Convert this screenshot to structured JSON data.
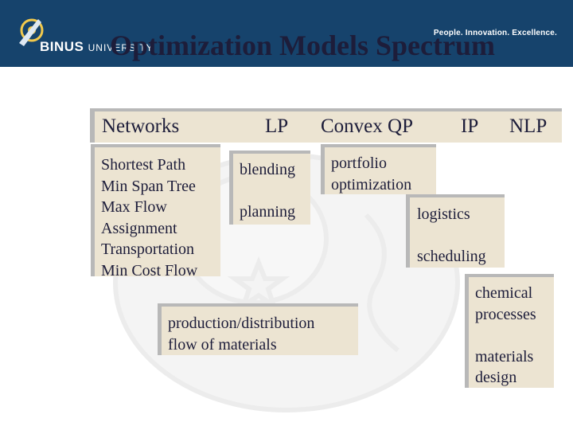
{
  "header": {
    "tagline": "People. Innovation. Excellence.",
    "logo_main": "BINUS",
    "logo_sub": "UNIVERSITY",
    "title": "Optimization Models Spectrum"
  },
  "columns": [
    "Networks",
    "LP",
    "Convex QP",
    "IP",
    "NLP"
  ],
  "boxes": {
    "networks": [
      "Shortest Path",
      "Min Span Tree",
      "Max Flow",
      "Assignment",
      "Transportation",
      "Min Cost Flow"
    ],
    "lp": [
      "blending",
      "",
      "planning"
    ],
    "qp": [
      "portfolio",
      "optimization"
    ],
    "ip": [
      "logistics",
      "",
      "scheduling"
    ],
    "nlp": [
      "chemical",
      "processes",
      "",
      "materials",
      "design"
    ],
    "production": [
      "production/distribution",
      "flow of materials"
    ]
  },
  "colors": {
    "banner": "#16436c",
    "box_fill": "#ece4d2",
    "box_shadow": "#b8b8b8",
    "text": "#1d1d3a"
  }
}
